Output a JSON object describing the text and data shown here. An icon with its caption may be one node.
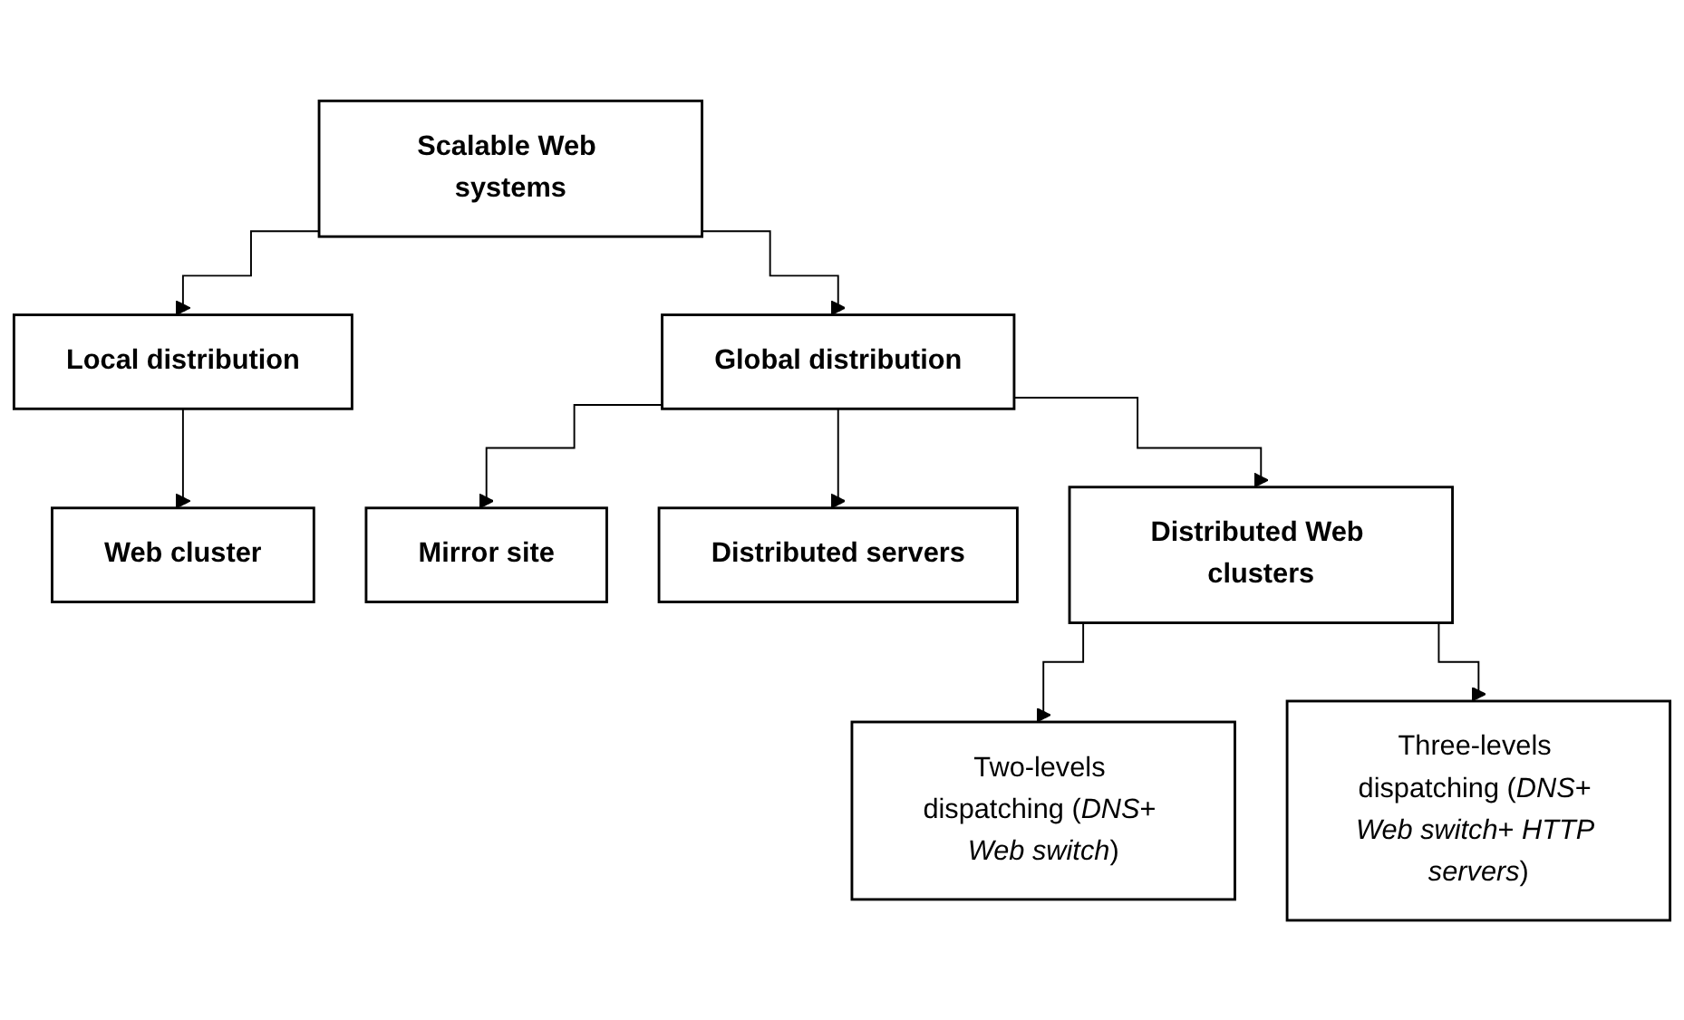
{
  "diagram": {
    "nodes": [
      {
        "text": [
          "Scalable Web systems"
        ]
      },
      {
        "text": [
          "Local distribution"
        ]
      },
      {
        "text": [
          "Global distribution"
        ]
      },
      {
        "text": [
          "Web cluster"
        ]
      },
      {
        "text": [
          "Mirror site"
        ]
      },
      {
        "text": [
          "Distributed servers"
        ]
      },
      {
        "text": [
          "Distributed Web clusters"
        ]
      },
      {
        "text": [
          "Two-levels dispatching (*DNS*+ *Web switch*)"
        ]
      },
      {
        "text": [
          "Three-levels dispatching (*DNS*+ *Web switch*+ *HTTP servers*)"
        ]
      }
    ],
    "edges": [
      {
        "from": 0,
        "to": 1,
        "arrow": "to"
      },
      {
        "from": 0,
        "to": 2,
        "arrow": "to"
      },
      {
        "from": 1,
        "to": 3,
        "arrow": "to"
      },
      {
        "from": 2,
        "to": 4,
        "arrow": "to"
      },
      {
        "from": 2,
        "to": 5,
        "arrow": "to"
      },
      {
        "from": 2,
        "to": 6,
        "arrow": "to"
      },
      {
        "from": 6,
        "to": 7,
        "arrow": "to"
      },
      {
        "from": 6,
        "to": 8,
        "arrow": "to"
      }
    ]
  }
}
